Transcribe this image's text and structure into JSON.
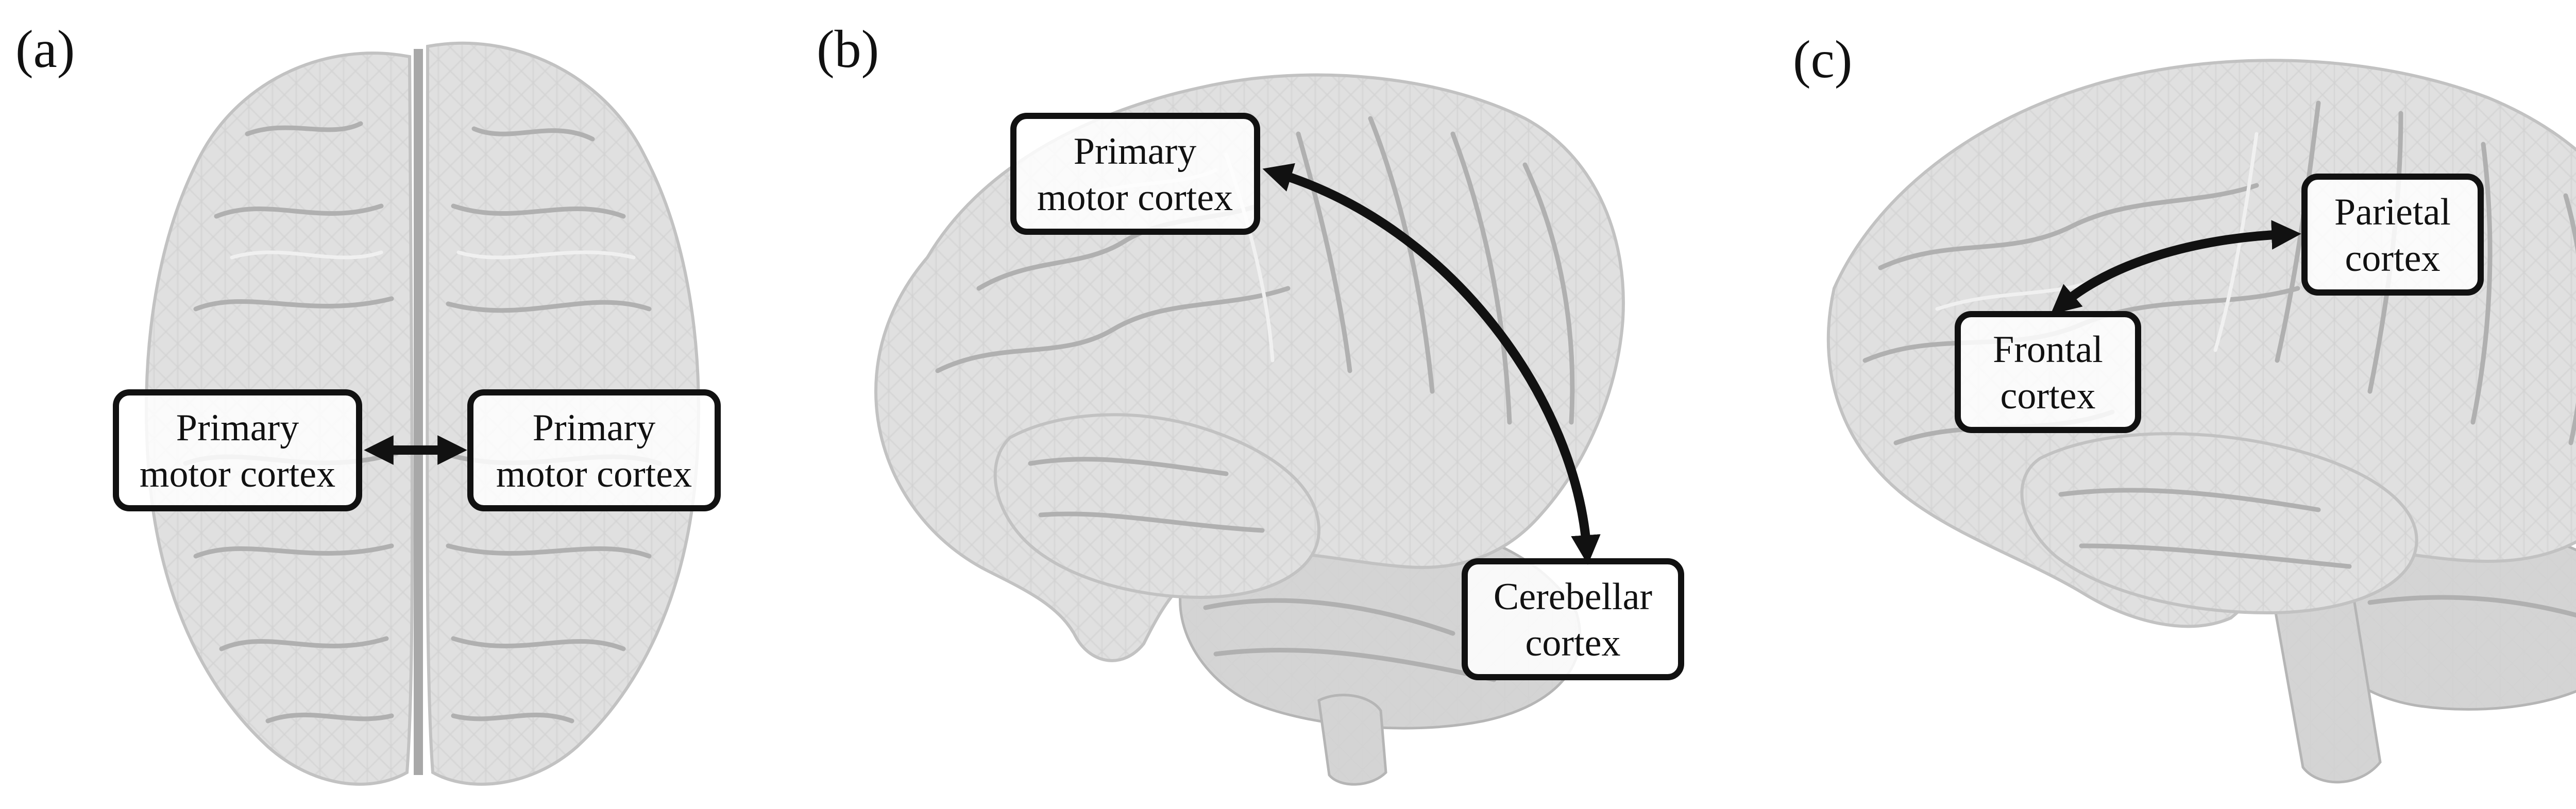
{
  "panels": [
    {
      "letter": "(a)",
      "view": "superior",
      "labels": [
        {
          "lines": [
            "Primary",
            "motor cortex"
          ]
        },
        {
          "lines": [
            "Primary",
            "motor cortex"
          ]
        }
      ]
    },
    {
      "letter": "(b)",
      "view": "lateral-posterior",
      "labels": [
        {
          "lines": [
            "Primary",
            "motor cortex"
          ]
        },
        {
          "lines": [
            "Cerebellar",
            "cortex"
          ]
        }
      ]
    },
    {
      "letter": "(c)",
      "view": "lateral",
      "labels": [
        {
          "lines": [
            "Parietal",
            "cortex"
          ]
        },
        {
          "lines": [
            "Frontal",
            "cortex"
          ]
        }
      ]
    }
  ],
  "colors": {
    "brain_surface": "#e2e2e2",
    "brain_shadow": "#c8c8c8",
    "outline": "#111111",
    "background": "#ffffff"
  }
}
